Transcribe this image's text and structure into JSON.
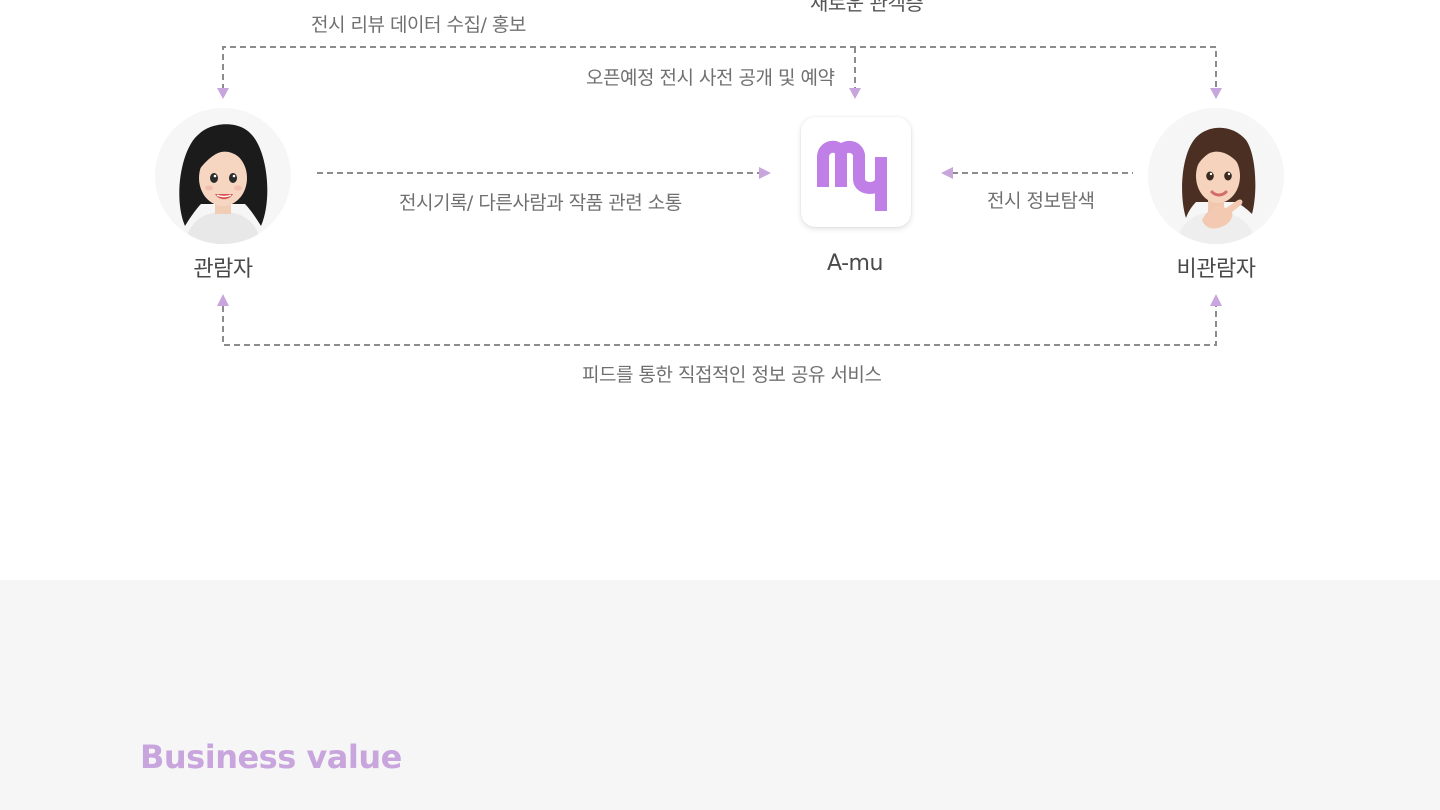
{
  "diagram": {
    "top_cut_label": "새로운 관객층",
    "edges": {
      "review_collect": "전시 리뷰 데이터 수집/ 홍보",
      "open_schedule": "오픈예정 전시 사전 공개 및 예약",
      "record_communicate": "전시기록/ 다른사람과 작품 관련 소통",
      "info_search": "전시 정보탐색",
      "feed_share": "피드를 통한 직접적인 정보 공유 서비스"
    },
    "nodes": {
      "visitor": {
        "label": "관람자"
      },
      "app": {
        "label": "A-mu"
      },
      "non_visitor": {
        "label": "비관람자"
      }
    },
    "colors": {
      "accent": "#c79be3",
      "dashed_line": "#8c8c8c",
      "arrowhead": "#c9a5dd",
      "label_text": "#707070"
    },
    "icons": [
      "visitor-avatar-icon",
      "app-logo-icon",
      "non-visitor-avatar-icon"
    ]
  },
  "business": {
    "title": "Business value",
    "background": "#f6f6f6",
    "title_color": "#c9a5dd"
  }
}
